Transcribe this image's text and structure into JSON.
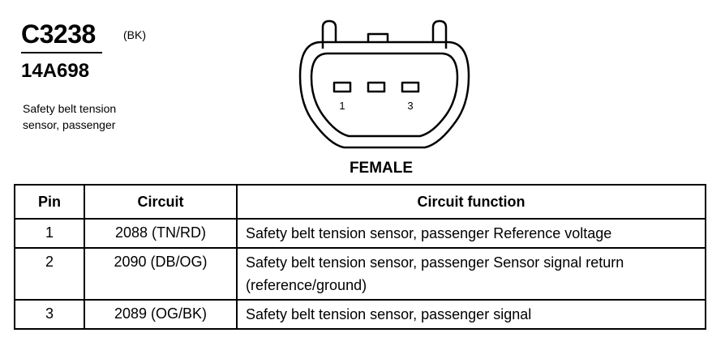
{
  "connector": {
    "id": "C3238",
    "color_code": "(BK)",
    "part_number": "14A698",
    "description_lines": [
      "Safety belt tension",
      "sensor, passenger"
    ],
    "gender": "FEMALE",
    "pin_labels": [
      "1",
      "3"
    ]
  },
  "table": {
    "headers": {
      "pin": "Pin",
      "circuit": "Circuit",
      "function": "Circuit function"
    },
    "rows": [
      {
        "pin": "1",
        "circuit": "2088 (TN/RD)",
        "function": "Safety belt tension sensor, passenger Reference voltage"
      },
      {
        "pin": "2",
        "circuit": "2090 (DB/OG)",
        "function": "Safety belt tension sensor, passenger Sensor signal return (reference/ground)"
      },
      {
        "pin": "3",
        "circuit": "2089 (OG/BK)",
        "function": "Safety belt tension sensor, passenger signal"
      }
    ]
  }
}
